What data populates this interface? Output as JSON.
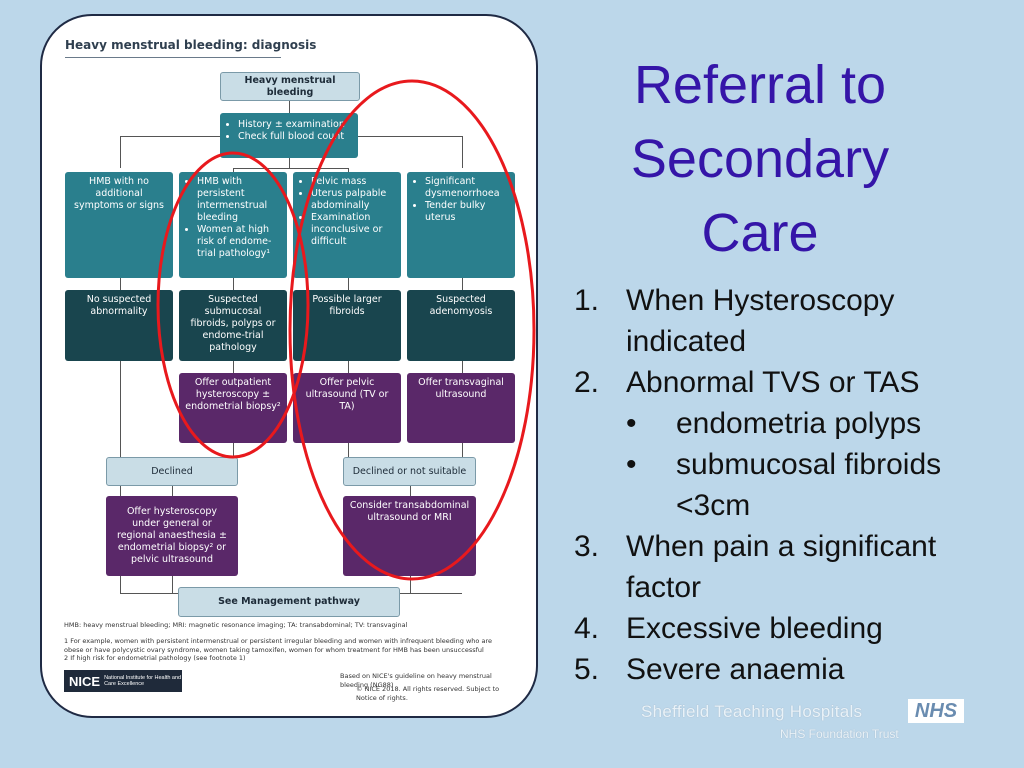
{
  "flowchart": {
    "title": "Heavy menstrual bleeding: diagnosis",
    "top_box": "Heavy menstrual bleeding",
    "assessment_items": [
      "History ± examination",
      "Check full blood count"
    ],
    "col1": {
      "criteria": "HMB with no additional symptoms or signs",
      "finding": "No suspected abnormality"
    },
    "col2": {
      "criteria_items": [
        "HMB with persistent intermenstrual bleeding",
        "Women at high risk of endome-trial pathology¹"
      ],
      "finding": "Suspected submucosal fibroids, polyps or endome-trial pathology",
      "action": "Offer outpatient hysteroscopy ± endometrial biopsy²"
    },
    "col3": {
      "criteria_items": [
        "Pelvic mass",
        "Uterus palpable abdominally",
        "Examination inconclusive or difficult"
      ],
      "finding": "Possible larger fibroids",
      "action": "Offer pelvic ultrasound (TV or TA)"
    },
    "col4": {
      "criteria_items": [
        "Significant dysmenorrhoea",
        "Tender bulky uterus"
      ],
      "finding": "Suspected adenomyosis",
      "action": "Offer transvaginal ultrasound"
    },
    "declined_left": "Declined",
    "declined_right": "Declined or not suitable",
    "offer_left": "Offer hysteroscopy under general or regional anaesthesia ± endometrial biopsy² or pelvic ultrasound",
    "offer_right": "Consider transabdominal ultrasound or MRI",
    "management": "See Management pathway",
    "abbrev": "HMB: heavy menstrual bleeding; MRI: magnetic resonance imaging; TA: transabdominal; TV: transvaginal",
    "footnote1": "1 For example, women with persistent intermenstrual or persistent irregular bleeding and women with infrequent bleeding who are obese or have polycystic ovary syndrome, women taking tamoxifen, women for whom treatment for HMB has been unsuccessful",
    "footnote2": "2 If high risk for endometrial pathology (see footnote 1)",
    "nice_logo": "NICE",
    "nice_logo_sub": "National Institute for Health and Care Excellence",
    "based_on": "Based on NICE's guideline on heavy menstrual bleeding (NG88)",
    "copyright": "© NICE 2018. All rights reserved. Subject to Notice of rights."
  },
  "slide": {
    "title": "Referral to Secondary Care",
    "items": [
      {
        "num": "1.",
        "text": "When Hysteroscopy indicated"
      },
      {
        "num": "2.",
        "text": "Abnormal TVS or TAS"
      },
      {
        "num": "3.",
        "text": "When pain a significant factor"
      },
      {
        "num": "4.",
        "text": "Excessive bleeding"
      },
      {
        "num": "5.",
        "text": "Severe anaemia"
      }
    ],
    "subitems": [
      {
        "bullet": "•",
        "text": "endometria polyps"
      },
      {
        "bullet": "•",
        "text": "submucosal fibroids <3cm"
      }
    ]
  },
  "footer": {
    "hospital": "Sheffield Teaching Hospitals",
    "nhs_logo": "NHS",
    "trust": "NHS Foundation Trust"
  },
  "colors": {
    "title_text": "#3515a8",
    "highlight_ellipse": "#e8191d",
    "teal_box": "#2a7f8d",
    "dark_box": "#19454e",
    "purple_box": "#5a2869",
    "background": "#bcd7ea"
  }
}
